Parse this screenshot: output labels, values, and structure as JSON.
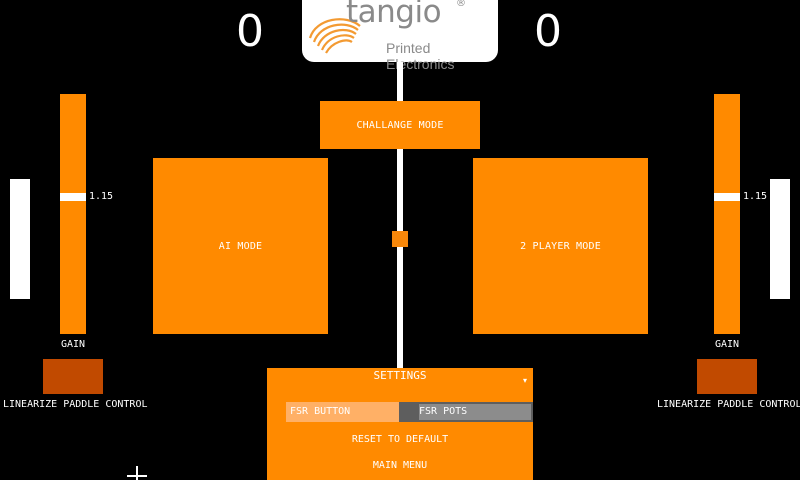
{
  "scores": {
    "left": "0",
    "right": "0"
  },
  "logo": {
    "word": "tangio",
    "registered": "®",
    "subtitle": "Printed Electronics"
  },
  "menu": {
    "challenge_label": "CHALLANGE MODE",
    "ai_label": "AI MODE",
    "two_player_label": "2 PLAYER MODE"
  },
  "left_panel": {
    "gain_value": "1.15",
    "gain_label": "GAIN",
    "linearize_label": "LINEARIZE PADDLE CONTROL"
  },
  "right_panel": {
    "gain_value": "1.15",
    "gain_label": "GAIN",
    "linearize_label": "LINEARIZE PADDLE CONTROL"
  },
  "settings": {
    "title": "SETTINGS",
    "input_mode_options": [
      "FSR BUTTON",
      "FSR POTS"
    ],
    "selected_input_mode": "FSR POTS",
    "reset_label": "RESET TO DEFAULT",
    "main_menu_label": "MAIN MENU"
  },
  "colors": {
    "accent": "#ff8a00",
    "linearize_button": "#c14a00",
    "background": "#000000",
    "selected_segment": "#8c8c8c"
  }
}
